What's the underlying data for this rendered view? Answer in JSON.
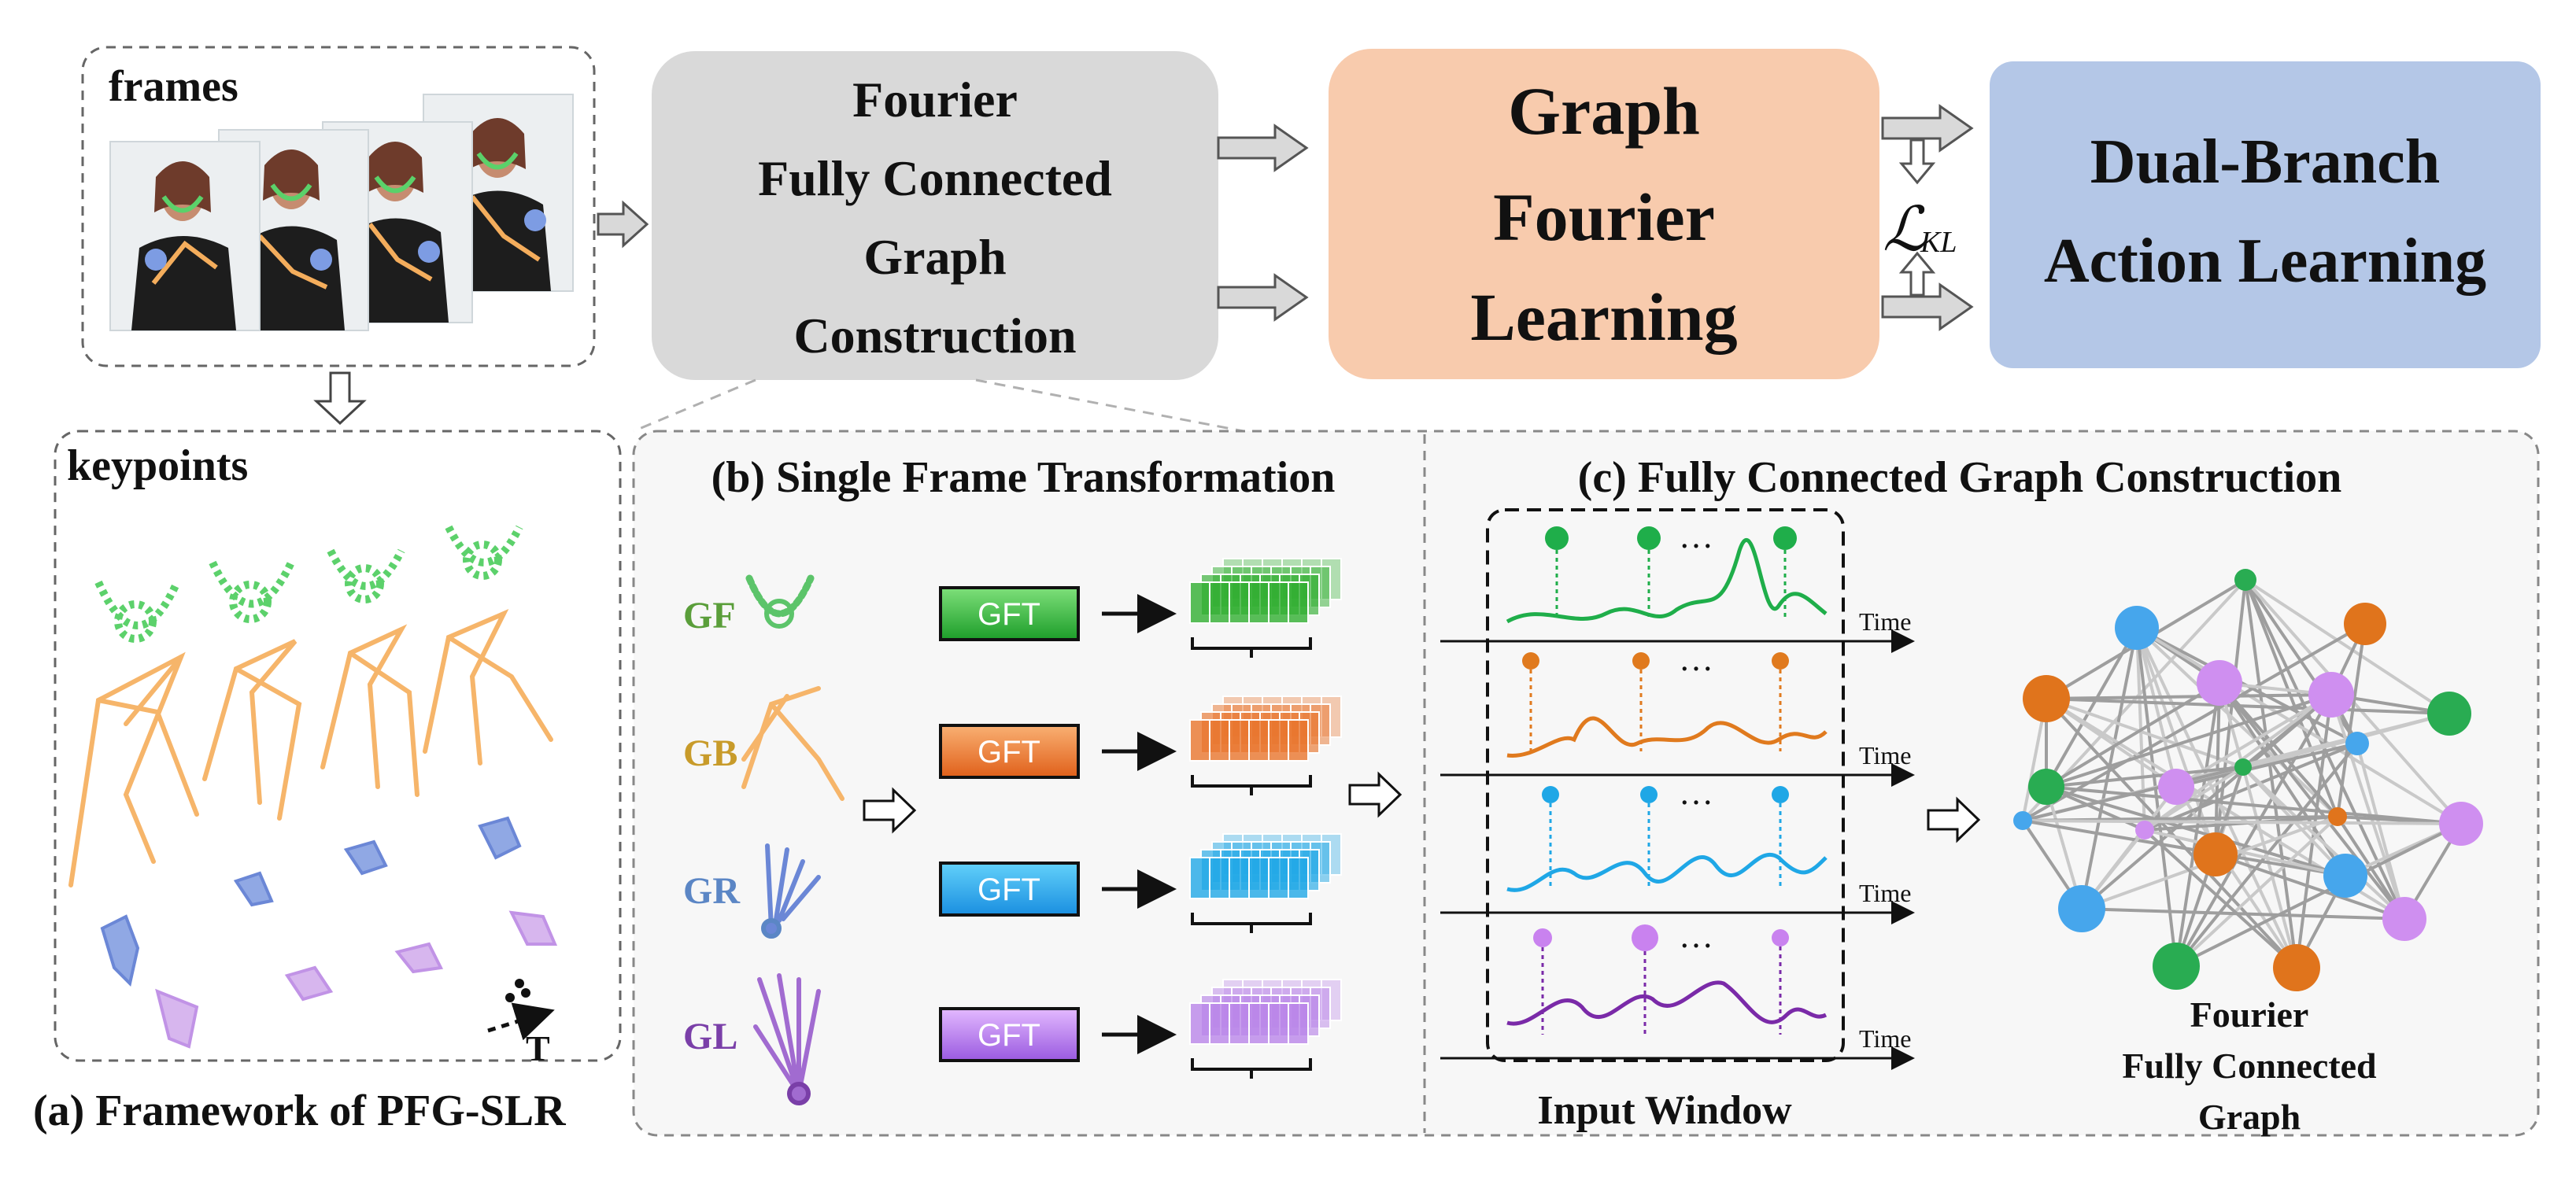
{
  "top_row": {
    "frames_label": "frames",
    "box_fourier_fc": [
      "Fourier",
      "Fully Connected",
      "Graph",
      "Construction"
    ],
    "box_graph_fourier": [
      "Graph",
      "Fourier",
      "Learning"
    ],
    "box_dual_branch": [
      "Dual-Branch",
      "Action Learning"
    ],
    "kl_loss": "ℒ",
    "kl_sub": "KL"
  },
  "panel_a": {
    "keypoints_label": "keypoints",
    "time_symbol": "T",
    "caption": "(a) Framework of PFG-SLR"
  },
  "panel_b": {
    "title": "(b) Single Frame Transformation",
    "rows": [
      {
        "label": "GF",
        "color": "#5a9e3a",
        "fill": "#2fae2f",
        "gft": "GFT"
      },
      {
        "label": "GB",
        "color": "#c89b2a",
        "fill": "#e8742c",
        "gft": "GFT"
      },
      {
        "label": "GR",
        "color": "#5b86c5",
        "fill": "#1fa7e6",
        "gft": "GFT"
      },
      {
        "label": "GL",
        "color": "#7a3fa8",
        "fill": "#b985e8",
        "gft": "GFT"
      }
    ]
  },
  "panel_c": {
    "title": "(c) Fully Connected Graph Construction",
    "time_label": "Time",
    "ellipsis": "…",
    "window_label": "Input Window",
    "graph_caption": [
      "Fourier",
      "Fully Connected",
      "Graph"
    ],
    "signal_colors": [
      "#1fae4a",
      "#e07a1e",
      "#1fa7e6",
      "#7a2aa8"
    ],
    "node_colors": [
      "#29ac52",
      "#e0741c",
      "#46a6ec",
      "#cf8ff0"
    ]
  }
}
